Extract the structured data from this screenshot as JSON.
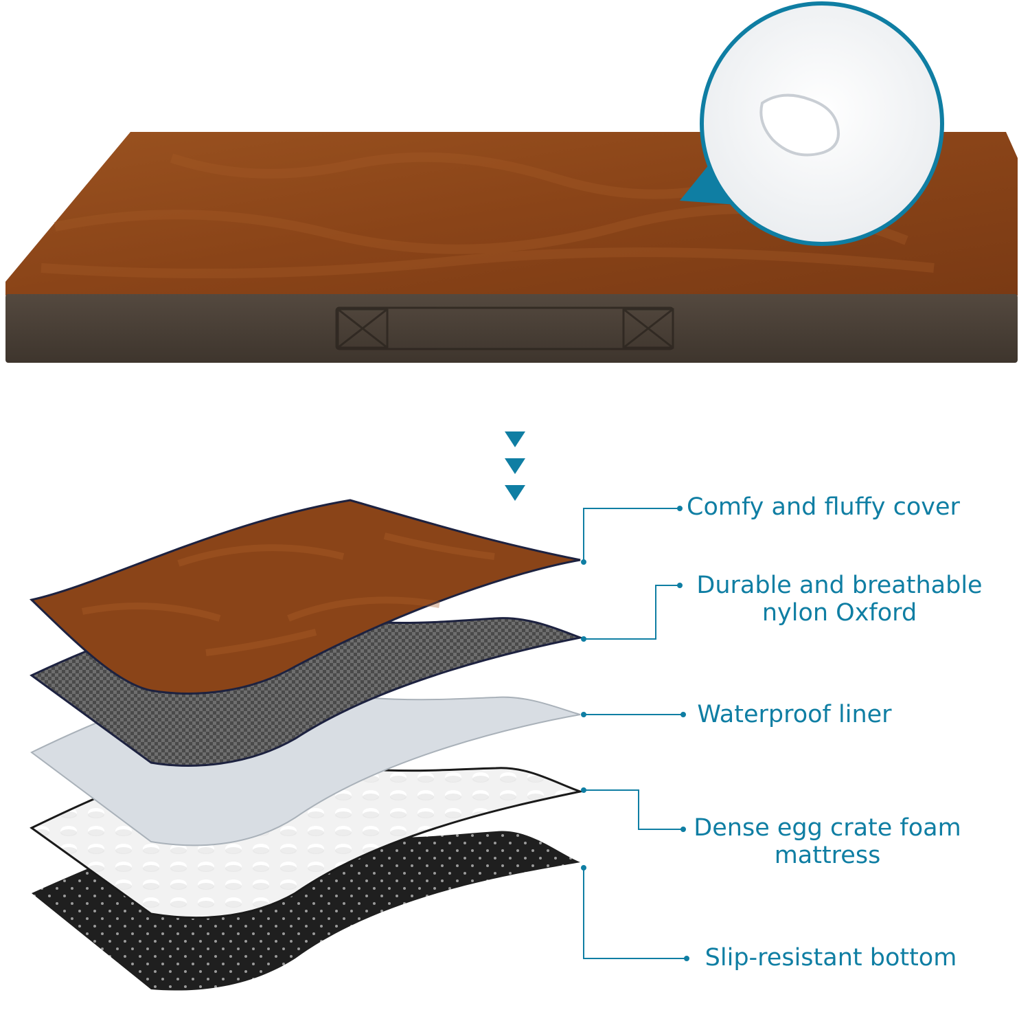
{
  "colors": {
    "accent": "#0f7ea3",
    "plush": "#8a4418",
    "plush_edge": "#4a4037",
    "oxford": "#5a5a5a",
    "liner": "#d8dde3",
    "foam": "#f4f4f4",
    "bottom": "#222222"
  },
  "layers": [
    {
      "label_lines": [
        "Comfy and fluffy cover"
      ]
    },
    {
      "label_lines": [
        "Durable and breathable",
        "nylon Oxford"
      ]
    },
    {
      "label_lines": [
        "Waterproof liner"
      ]
    },
    {
      "label_lines": [
        "Dense egg crate foam",
        "mattress"
      ]
    },
    {
      "label_lines": [
        "Slip-resistant bottom"
      ]
    }
  ],
  "icons": {
    "zoom_callout": "waterproof-droplet-zoom-icon",
    "arrows": "triple-down-arrow-icon"
  }
}
